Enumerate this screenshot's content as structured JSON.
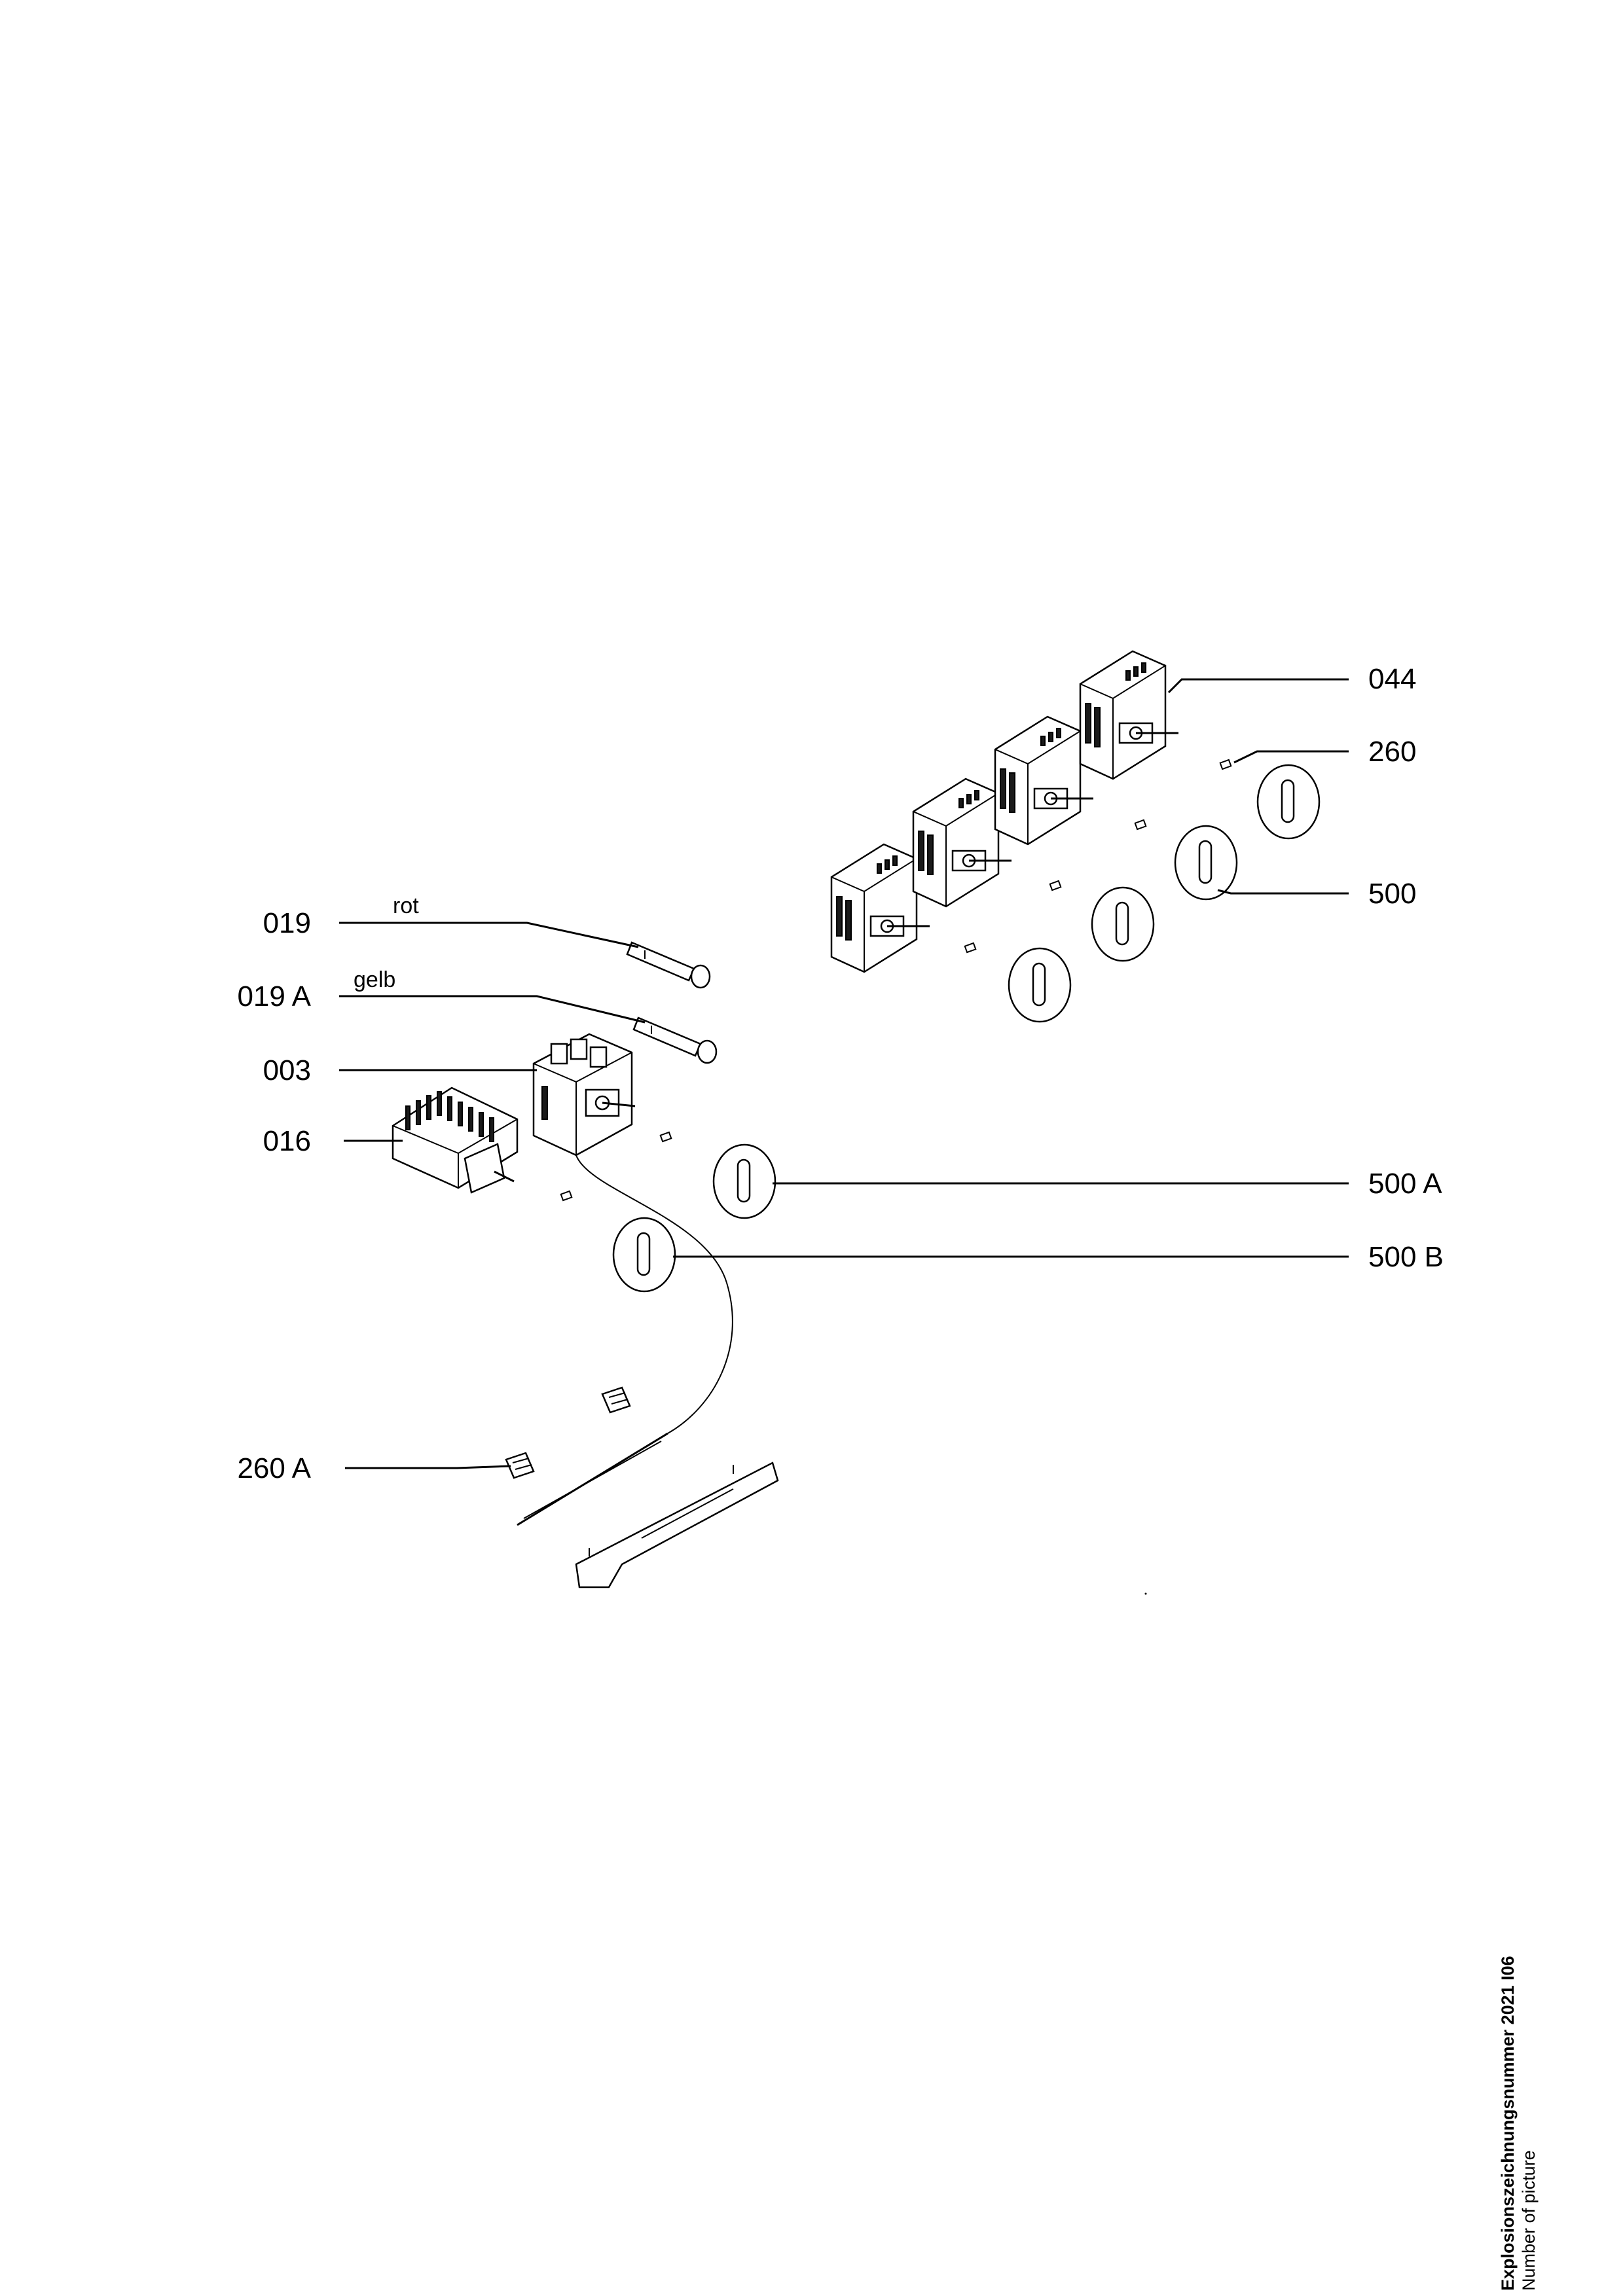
{
  "diagram": {
    "callouts": [
      {
        "id": "044",
        "label": "044"
      },
      {
        "id": "260",
        "label": "260"
      },
      {
        "id": "500",
        "label": "500"
      },
      {
        "id": "019",
        "label": "019"
      },
      {
        "id": "019a",
        "label": "019 A"
      },
      {
        "id": "003",
        "label": "003"
      },
      {
        "id": "016",
        "label": "016"
      },
      {
        "id": "500a",
        "label": "500 A"
      },
      {
        "id": "500b",
        "label": "500 B"
      },
      {
        "id": "260a",
        "label": "260 A"
      }
    ],
    "wire_labels": {
      "rot": "rot",
      "gelb": "gelb"
    }
  },
  "footer": {
    "title": "Explosionszeichnungsnummer 2021 I06",
    "subtitle": "Number of picture"
  },
  "colors": {
    "ink": "#000000",
    "paper": "#ffffff"
  }
}
